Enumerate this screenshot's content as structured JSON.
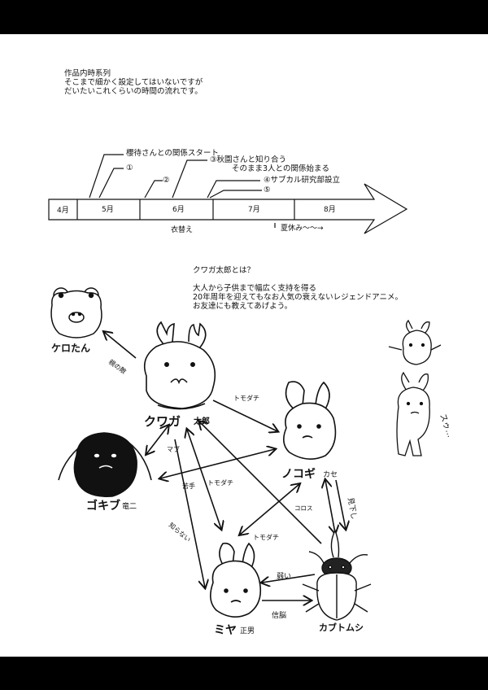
{
  "intro": {
    "line1": "作品内時系列",
    "line2": "そこまで細かく設定してはいないですが",
    "line3": "だいたいこれくらいの時間の流れです。"
  },
  "timeline": {
    "months": [
      "4月",
      "5月",
      "6月",
      "7月",
      "8月"
    ],
    "events": {
      "e0": "櫻待さんとの関係スタート",
      "e1": "①",
      "e2": "②",
      "e3a": "③秋園さんと知り合う",
      "e3b": "そのまま3人との関係始まる",
      "e4": "④サブカル研究部設立",
      "e5": "⑤"
    },
    "koromogae": "衣替え",
    "natsuyasumi": "夏休み〜〜→"
  },
  "desc": {
    "title": "クワガ太郎とは？",
    "line1": "大人から子供まで幅広く支持を得る",
    "line2": "20年周年を迎えてもなお人気の衰えないレジェンドアニメ。",
    "line3": "お友達にも教えてあげよう。"
  },
  "characters": {
    "kerotan": "ケロたん",
    "kuwagataro_a": "クワガ",
    "kuwagataro_b": "太郎",
    "nokogi_a": "ノコギ",
    "nokogi_b": "カセ",
    "gokiburi_a": "ゴキブ",
    "gokiburi_b": "竜二",
    "miya_a": "ミヤ",
    "miya_b": "正男",
    "kabutomushi": "カブトムシ"
  },
  "relations": {
    "oya_no_kataki": "親の敵",
    "tomodachi1": "トモダチ",
    "mabu": "マブ",
    "nigate": "苦手",
    "tomodachi2": "トモダチ",
    "shiranai": "知らない",
    "korosu": "コロス",
    "mikudashi": "見下し",
    "tomodachi3": "トモダチ",
    "yowai": "弱い",
    "shinnou": "信脳"
  },
  "extras": {
    "suu": "スゥ…"
  }
}
